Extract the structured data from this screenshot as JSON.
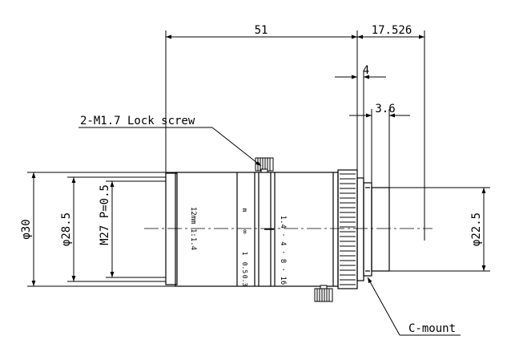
{
  "dimensions": {
    "length_body": "51",
    "length_mount": "17.526",
    "width_rear_collar": "4",
    "width_mount_flange": "3.6",
    "dia_outer": "φ30",
    "dia_filter": "φ28.5",
    "thread": "M27 P=0.5",
    "dia_mount": "φ22.5"
  },
  "callouts": {
    "lock_screw": "2-M1.7 Lock screw",
    "mount": "C-mount"
  },
  "barrel_markings": {
    "focal": "12mm 1:1.4",
    "focus_scale": [
      "∞",
      "1",
      "0.5",
      "0.3"
    ],
    "focus_unit": "m",
    "aperture_scale": "1.4 · 4 · 8 · 16"
  }
}
